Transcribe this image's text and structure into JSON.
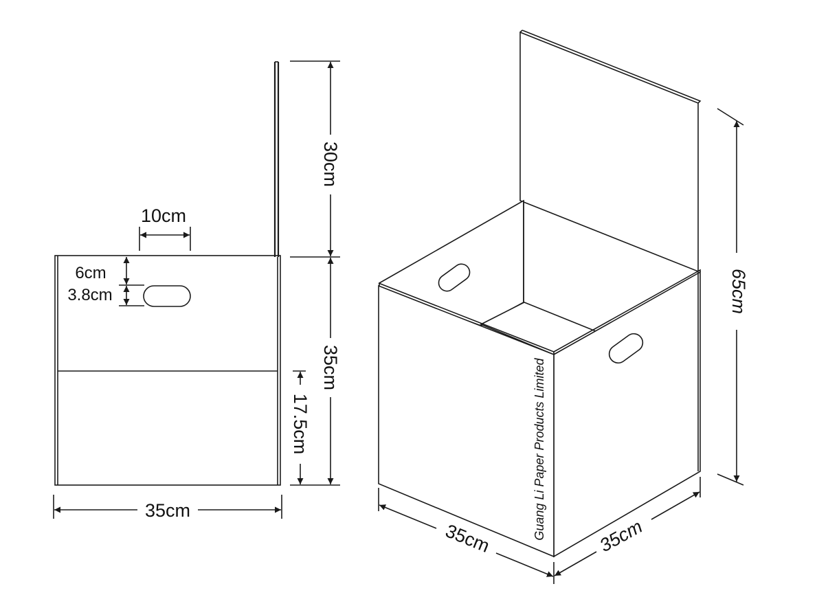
{
  "front_view": {
    "handle_width_label": "10cm",
    "handle_top_offset_label": "6cm",
    "handle_height_label": "3.8cm",
    "bottom_width_label": "35cm",
    "header_height_label": "30cm",
    "box_height_label": "35cm",
    "lower_panel_height_label": "17.5cm"
  },
  "isometric_view": {
    "total_height_label": "65cm",
    "front_width_label": "35cm",
    "side_depth_label": "35cm",
    "brand_text": "Guang Li Paper Products Limited"
  }
}
